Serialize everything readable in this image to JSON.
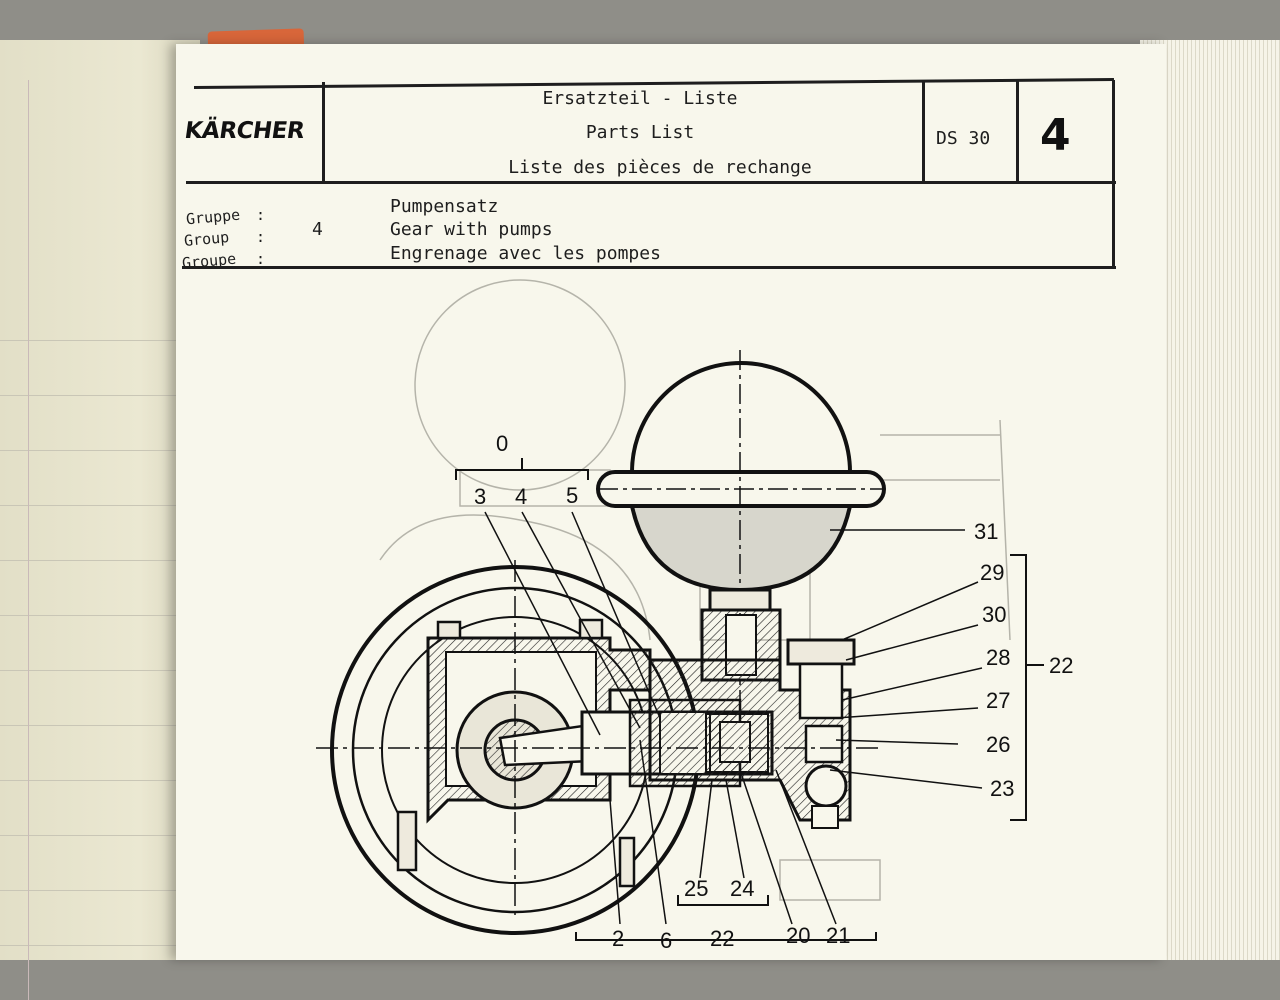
{
  "brand": {
    "logo_text": "KÄRCHER"
  },
  "header": {
    "title_de": "Ersatzteil - Liste",
    "title_en": "Parts List",
    "title_fr": "Liste des pièces de rechange",
    "model": "DS 30",
    "page_number": "4"
  },
  "group": {
    "label_de": "Gruppe",
    "label_en": "Group",
    "label_fr": "Groupe",
    "colon": ":",
    "number": "4",
    "name_de": "Pumpensatz",
    "name_en": "Gear with pumps",
    "name_fr": "Engrenage avec les pompes"
  },
  "callouts": {
    "n0": "0",
    "n3": "3",
    "n4": "4",
    "n5": "5",
    "n31": "31",
    "n29": "29",
    "n30": "30",
    "n28": "28",
    "n22_right": "22",
    "n27": "27",
    "n26": "26",
    "n23": "23",
    "n25": "25",
    "n24": "24",
    "n2": "2",
    "n6": "6",
    "n22_bottom": "22",
    "n20": "20",
    "n21": "21"
  }
}
